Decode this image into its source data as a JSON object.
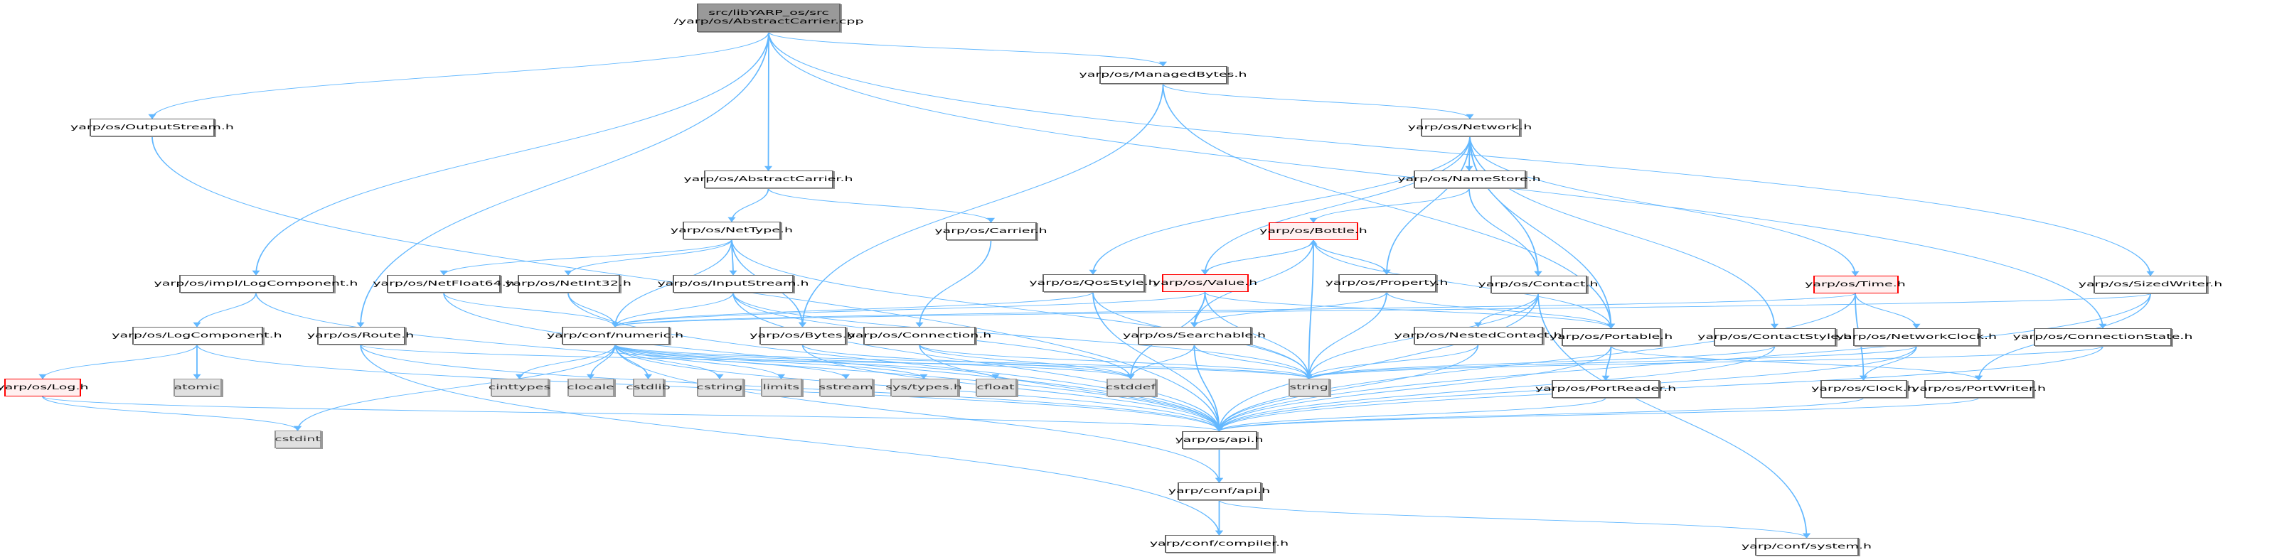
{
  "colors": {
    "edge": "#63b8ff",
    "root_fill": "#999999",
    "red_border": "#ff0000",
    "red_fill": "#fff0f0",
    "system_fill": "#e0e0e0"
  },
  "nodes": [
    {
      "id": "root",
      "label": "src/libYARP_os/src\n/yarp/os/AbstractCarrier.cpp",
      "kind": "root"
    },
    {
      "id": "OutputStream",
      "label": "yarp/os/OutputStream.h",
      "kind": "normal"
    },
    {
      "id": "AbstractCarrier",
      "label": "yarp/os/AbstractCarrier.h",
      "kind": "normal"
    },
    {
      "id": "NetType",
      "label": "yarp/os/NetType.h",
      "kind": "normal"
    },
    {
      "id": "implLogComponent",
      "label": "yarp/os/impl/LogComponent.h",
      "kind": "normal"
    },
    {
      "id": "NetFloat64",
      "label": "yarp/os/NetFloat64.h",
      "kind": "normal"
    },
    {
      "id": "NetInt32",
      "label": "yarp/os/NetInt32.h",
      "kind": "normal"
    },
    {
      "id": "InputStream",
      "label": "yarp/os/InputStream.h",
      "kind": "normal"
    },
    {
      "id": "LogComponent",
      "label": "yarp/os/LogComponent.h",
      "kind": "normal"
    },
    {
      "id": "Route",
      "label": "yarp/os/Route.h",
      "kind": "normal"
    },
    {
      "id": "numeric",
      "label": "yarp/conf/numeric.h",
      "kind": "normal"
    },
    {
      "id": "Bytes",
      "label": "yarp/os/Bytes.h",
      "kind": "normal"
    },
    {
      "id": "Connection",
      "label": "yarp/os/Connection.h",
      "kind": "normal"
    },
    {
      "id": "Searchable",
      "label": "yarp/os/Searchable.h",
      "kind": "normal"
    },
    {
      "id": "NestedContact",
      "label": "yarp/os/NestedContact.h",
      "kind": "normal"
    },
    {
      "id": "Portable",
      "label": "yarp/os/Portable.h",
      "kind": "normal"
    },
    {
      "id": "ContactStyle",
      "label": "yarp/os/ContactStyle.h",
      "kind": "normal"
    },
    {
      "id": "NetworkClock",
      "label": "yarp/os/NetworkClock.h",
      "kind": "normal"
    },
    {
      "id": "ConnectionState",
      "label": "yarp/os/ConnectionState.h",
      "kind": "normal"
    },
    {
      "id": "Log",
      "label": "yarp/os/Log.h",
      "kind": "red"
    },
    {
      "id": "atomic",
      "label": "atomic",
      "kind": "sys"
    },
    {
      "id": "cinttypes",
      "label": "cinttypes",
      "kind": "sys"
    },
    {
      "id": "clocale",
      "label": "clocale",
      "kind": "sys"
    },
    {
      "id": "cstdlib",
      "label": "cstdlib",
      "kind": "sys"
    },
    {
      "id": "cstring",
      "label": "cstring",
      "kind": "sys"
    },
    {
      "id": "limits",
      "label": "limits",
      "kind": "sys"
    },
    {
      "id": "sstream",
      "label": "sstream",
      "kind": "sys"
    },
    {
      "id": "systypes",
      "label": "sys/types.h",
      "kind": "sys"
    },
    {
      "id": "cfloat",
      "label": "cfloat",
      "kind": "sys"
    },
    {
      "id": "cstddef",
      "label": "cstddef",
      "kind": "sys"
    },
    {
      "id": "string",
      "label": "string",
      "kind": "sys"
    },
    {
      "id": "PortReader",
      "label": "yarp/os/PortReader.h",
      "kind": "normal"
    },
    {
      "id": "Clock",
      "label": "yarp/os/Clock.h",
      "kind": "normal"
    },
    {
      "id": "PortWriter",
      "label": "yarp/os/PortWriter.h",
      "kind": "normal"
    },
    {
      "id": "cstdint",
      "label": "cstdint",
      "kind": "sys"
    },
    {
      "id": "osapi",
      "label": "yarp/os/api.h",
      "kind": "normal"
    },
    {
      "id": "confapi",
      "label": "yarp/conf/api.h",
      "kind": "normal"
    },
    {
      "id": "compiler",
      "label": "yarp/conf/compiler.h",
      "kind": "normal"
    },
    {
      "id": "system",
      "label": "yarp/conf/system.h",
      "kind": "normal"
    },
    {
      "id": "ManagedBytes",
      "label": "yarp/os/ManagedBytes.h",
      "kind": "normal"
    },
    {
      "id": "Network",
      "label": "yarp/os/Network.h",
      "kind": "normal"
    },
    {
      "id": "NameStore",
      "label": "yarp/os/NameStore.h",
      "kind": "normal"
    },
    {
      "id": "Carrier",
      "label": "yarp/os/Carrier.h",
      "kind": "normal"
    },
    {
      "id": "Bottle",
      "label": "yarp/os/Bottle.h",
      "kind": "red"
    },
    {
      "id": "QosStyle",
      "label": "yarp/os/QosStyle.h",
      "kind": "normal"
    },
    {
      "id": "Value",
      "label": "yarp/os/Value.h",
      "kind": "red"
    },
    {
      "id": "Property",
      "label": "yarp/os/Property.h",
      "kind": "normal"
    },
    {
      "id": "Contact",
      "label": "yarp/os/Contact.h",
      "kind": "normal"
    },
    {
      "id": "Time",
      "label": "yarp/os/Time.h",
      "kind": "red"
    },
    {
      "id": "SizedWriter",
      "label": "yarp/os/SizedWriter.h",
      "kind": "normal"
    }
  ],
  "edges": [
    [
      "root",
      "OutputStream"
    ],
    [
      "root",
      "implLogComponent"
    ],
    [
      "root",
      "Route"
    ],
    [
      "root",
      "AbstractCarrier"
    ],
    [
      "root",
      "ManagedBytes"
    ],
    [
      "root",
      "ConnectionState"
    ],
    [
      "root",
      "SizedWriter"
    ],
    [
      "OutputStream",
      "osapi"
    ],
    [
      "implLogComponent",
      "LogComponent"
    ],
    [
      "implLogComponent",
      "osapi"
    ],
    [
      "LogComponent",
      "Log"
    ],
    [
      "LogComponent",
      "atomic"
    ],
    [
      "LogComponent",
      "osapi"
    ],
    [
      "Log",
      "cstdint"
    ],
    [
      "Log",
      "osapi"
    ],
    [
      "Route",
      "string"
    ],
    [
      "Route",
      "osapi"
    ],
    [
      "Route",
      "compiler"
    ],
    [
      "AbstractCarrier",
      "NetType"
    ],
    [
      "AbstractCarrier",
      "Carrier"
    ],
    [
      "NetType",
      "NetFloat64"
    ],
    [
      "NetType",
      "NetInt32"
    ],
    [
      "NetType",
      "InputStream"
    ],
    [
      "NetType",
      "numeric"
    ],
    [
      "NetType",
      "Bytes"
    ],
    [
      "NetType",
      "string"
    ],
    [
      "NetFloat64",
      "numeric"
    ],
    [
      "NetFloat64",
      "osapi"
    ],
    [
      "NetInt32",
      "numeric"
    ],
    [
      "NetInt32",
      "osapi"
    ],
    [
      "InputStream",
      "numeric"
    ],
    [
      "InputStream",
      "string"
    ],
    [
      "InputStream",
      "osapi"
    ],
    [
      "InputStream",
      "cstddef"
    ],
    [
      "numeric",
      "cinttypes"
    ],
    [
      "numeric",
      "clocale"
    ],
    [
      "numeric",
      "cstdlib"
    ],
    [
      "numeric",
      "cstring"
    ],
    [
      "numeric",
      "limits"
    ],
    [
      "numeric",
      "sstream"
    ],
    [
      "numeric",
      "systypes"
    ],
    [
      "numeric",
      "cfloat"
    ],
    [
      "numeric",
      "cstddef"
    ],
    [
      "numeric",
      "string"
    ],
    [
      "numeric",
      "cstdint"
    ],
    [
      "numeric",
      "osapi"
    ],
    [
      "numeric",
      "confapi"
    ],
    [
      "Carrier",
      "Connection"
    ],
    [
      "Connection",
      "string"
    ],
    [
      "Connection",
      "osapi"
    ],
    [
      "Connection",
      "cstddef"
    ],
    [
      "Bytes",
      "cstddef"
    ],
    [
      "Bytes",
      "osapi"
    ],
    [
      "ManagedBytes",
      "Bytes"
    ],
    [
      "ManagedBytes",
      "Network"
    ],
    [
      "ManagedBytes",
      "Portable"
    ],
    [
      "Network",
      "QosStyle"
    ],
    [
      "Network",
      "Value"
    ],
    [
      "Network",
      "Property"
    ],
    [
      "Network",
      "NameStore"
    ],
    [
      "Network",
      "Contact"
    ],
    [
      "Network",
      "Portable"
    ],
    [
      "Network",
      "ContactStyle"
    ],
    [
      "Network",
      "Time"
    ],
    [
      "NameStore",
      "Bottle"
    ],
    [
      "NameStore",
      "Contact"
    ],
    [
      "Bottle",
      "Value"
    ],
    [
      "Bottle",
      "Property"
    ],
    [
      "Bottle",
      "Searchable"
    ],
    [
      "Bottle",
      "string"
    ],
    [
      "Bottle",
      "Portable"
    ],
    [
      "Value",
      "Bottle"
    ],
    [
      "Value",
      "Searchable"
    ],
    [
      "Value",
      "Portable"
    ],
    [
      "Value",
      "cstddef"
    ],
    [
      "Value",
      "string"
    ],
    [
      "Value",
      "numeric"
    ],
    [
      "Property",
      "Bottle"
    ],
    [
      "Property",
      "Searchable"
    ],
    [
      "Property",
      "string"
    ],
    [
      "Property",
      "Portable"
    ],
    [
      "QosStyle",
      "numeric"
    ],
    [
      "QosStyle",
      "string"
    ],
    [
      "QosStyle",
      "osapi"
    ],
    [
      "Contact",
      "NestedContact"
    ],
    [
      "Contact",
      "string"
    ],
    [
      "Contact",
      "osapi"
    ],
    [
      "Contact",
      "system"
    ],
    [
      "NestedContact",
      "string"
    ],
    [
      "NestedContact",
      "osapi"
    ],
    [
      "Searchable",
      "cstddef"
    ],
    [
      "Searchable",
      "string"
    ],
    [
      "Searchable",
      "osapi"
    ],
    [
      "Portable",
      "PortReader"
    ],
    [
      "Portable",
      "PortWriter"
    ],
    [
      "Portable",
      "osapi"
    ],
    [
      "PortReader",
      "osapi"
    ],
    [
      "PortWriter",
      "osapi"
    ],
    [
      "ContactStyle",
      "string"
    ],
    [
      "ContactStyle",
      "osapi"
    ],
    [
      "Time",
      "NetworkClock"
    ],
    [
      "Time",
      "Clock"
    ],
    [
      "Time",
      "numeric"
    ],
    [
      "Time",
      "osapi"
    ],
    [
      "NetworkClock",
      "Clock"
    ],
    [
      "NetworkClock",
      "osapi"
    ],
    [
      "NetworkClock",
      "string"
    ],
    [
      "Clock",
      "osapi"
    ],
    [
      "ConnectionState",
      "string"
    ],
    [
      "ConnectionState",
      "osapi"
    ],
    [
      "SizedWriter",
      "PortWriter"
    ],
    [
      "SizedWriter",
      "osapi"
    ],
    [
      "SizedWriter",
      "numeric"
    ],
    [
      "osapi",
      "confapi"
    ],
    [
      "confapi",
      "compiler"
    ],
    [
      "confapi",
      "system"
    ]
  ]
}
